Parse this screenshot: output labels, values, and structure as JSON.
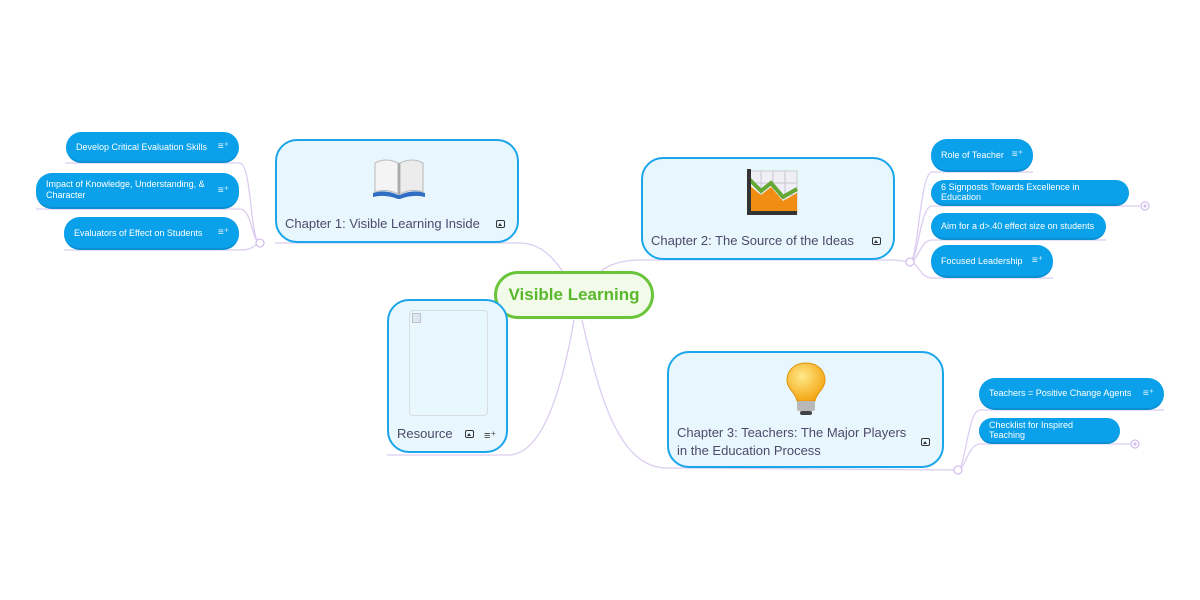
{
  "root": {
    "label": "Visible Learning",
    "border_color": "#6bc53b",
    "text_color": "#5ab82c"
  },
  "topics": [
    {
      "id": "chapter1",
      "label": "Chapter 1: Visible Learning Inside",
      "icon": "open-book-icon",
      "has_image_icon": true,
      "children": [
        {
          "label": "Develop Critical Evaluation Skills",
          "has_note": true
        },
        {
          "label": "Impact of Knowledge, Understanding, & Character",
          "has_note": true
        },
        {
          "label": "Evaluators of Effect on Students",
          "has_note": true
        }
      ]
    },
    {
      "id": "chapter2",
      "label": "Chapter 2: The Source of the Ideas",
      "icon": "chart-icon",
      "has_image_icon": true,
      "children": [
        {
          "label": "Role of Teacher",
          "has_note": true
        },
        {
          "label": "6 Signposts Towards Excellence in Education",
          "has_note": false,
          "collapsed": true
        },
        {
          "label": "Aim for a d>.40 effect size on students",
          "has_note": false
        },
        {
          "label": "Focused Leadership",
          "has_note": true
        }
      ]
    },
    {
      "id": "chapter3",
      "label_line1": "Chapter 3: Teachers: The Major Players",
      "label_line2": "in the Education Process",
      "icon": "lightbulb-icon",
      "has_image_icon": true,
      "children": [
        {
          "label": "Teachers = Positive Change Agents",
          "has_note": true
        },
        {
          "label": "Checklist for Inspired Teaching",
          "has_note": false,
          "collapsed": true
        }
      ]
    },
    {
      "id": "resource",
      "label": "Resource",
      "icon": "broken-image-icon",
      "has_image_icon": true,
      "has_note": true
    }
  ],
  "colors": {
    "topic_border": "#1ba6ec",
    "topic_fill": "#e8f6fd",
    "subtopic_fill": "#0aa1ea",
    "connector": "#d9c8ef"
  }
}
